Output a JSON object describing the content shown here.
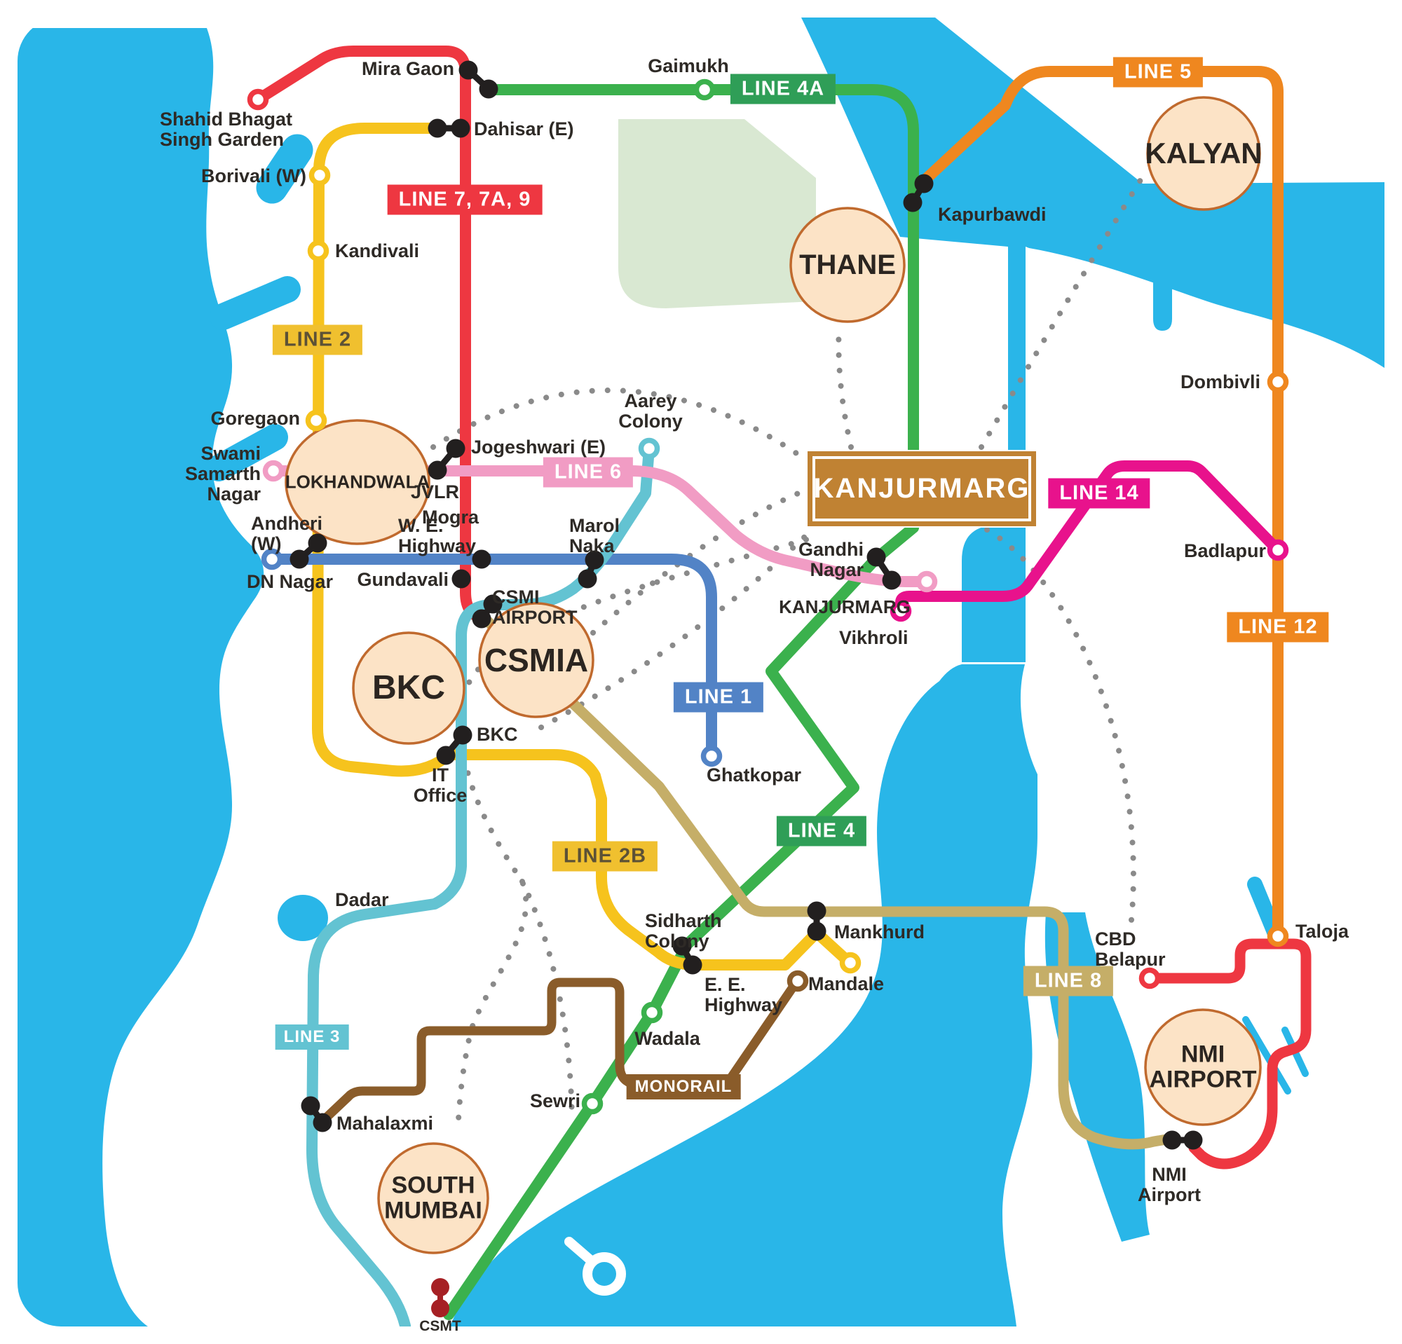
{
  "map": {
    "hub": "KANJURMARG",
    "badges": {
      "line4a": "LINE 4A",
      "line5": "LINE 5",
      "line7": "LINE 7, 7A, 9",
      "line2": "LINE 2",
      "line6": "LINE 6",
      "line14": "LINE 14",
      "line12": "LINE 12",
      "line1": "LINE 1",
      "line4": "LINE 4",
      "line2b": "LINE 2B",
      "line8": "LINE 8",
      "line3": "LINE 3",
      "monorail": "MONORAIL"
    },
    "areas": {
      "thane": "THANE",
      "kalyan": "KALYAN",
      "lokhandwala": "LOKHANDWALA",
      "bkc": "BKC",
      "csmia": "CSMIA",
      "south_mumbai": [
        "SOUTH",
        "MUMBAI"
      ],
      "nmi_airport": [
        "NMI",
        "AIRPORT"
      ]
    },
    "stations": {
      "mira_gaon": "Mira Gaon",
      "gaimukh": "Gaimukh",
      "dahisar_e": "Dahisar (E)",
      "shahid": [
        "Shahid Bhagat",
        "Singh Garden"
      ],
      "borivali_w": "Borivali (W)",
      "kandivali": "Kandivali",
      "kapurbawdi": "Kapurbawdi",
      "goregaon": "Goregaon",
      "swami": [
        "Swami",
        "Samarth",
        "Nagar"
      ],
      "jogeshwari_e": "Jogeshwari (E)",
      "jvlr": "JVLR",
      "mogra": "Mogra",
      "aarey": [
        "Aarey",
        "Colony"
      ],
      "andheri_w": [
        "Andheri",
        "(W)"
      ],
      "dn_nagar": "DN Nagar",
      "gundavali": "Gundavali",
      "we_highway": [
        "W. E.",
        "Highway"
      ],
      "marol_naka": [
        "Marol",
        "Naka"
      ],
      "csmi_airport": [
        "CSMI",
        "AIRPORT"
      ],
      "bkc_station": "BKC",
      "it_office": [
        "IT",
        "Office"
      ],
      "ghatkopar": "Ghatkopar",
      "gandhi_nagar": [
        "Gandhi",
        "Nagar"
      ],
      "kanjurmarg_station": "KANJURMARG",
      "vikhroli": "Vikhroli",
      "dombivli": "Dombivli",
      "badlapur": "Badlapur",
      "taloja": "Taloja",
      "dadar": "Dadar",
      "mahalaxmi": "Mahalaxmi",
      "wadala": "Wadala",
      "sewri": "Sewri",
      "sidharth": [
        "Sidharth",
        "Colony"
      ],
      "ee_highway": [
        "E. E.",
        "Highway"
      ],
      "mankhurd": "Mankhurd",
      "mandale": "Mandale",
      "cbd_belapur": [
        "CBD",
        "Belapur"
      ],
      "nmi_airport_station": [
        "NMI",
        "Airport"
      ],
      "csmt": "CSMT"
    },
    "colors": {
      "water": "#29b6e8",
      "land": "#ffffff",
      "park": "#d9e8d2",
      "red": "#ee3741",
      "yellow": "#f6c31d",
      "yellow_badge": "#f0c02f",
      "green": "#3bb14d",
      "green_badge": "#2f9e57",
      "orange": "#ef871f",
      "pink": "#f19cc4",
      "magenta": "#e8128c",
      "blue": "#5283c6",
      "teal": "#63c3d2",
      "tan": "#c5ae68",
      "brown": "#8a5c2a",
      "maroon": "#a62024",
      "hub_box": "#c08233",
      "area_fill": "#fce3c6",
      "area_stroke": "#c06a2e",
      "label_text": "#2e2a26",
      "dotted": "#8a8a8a"
    }
  }
}
